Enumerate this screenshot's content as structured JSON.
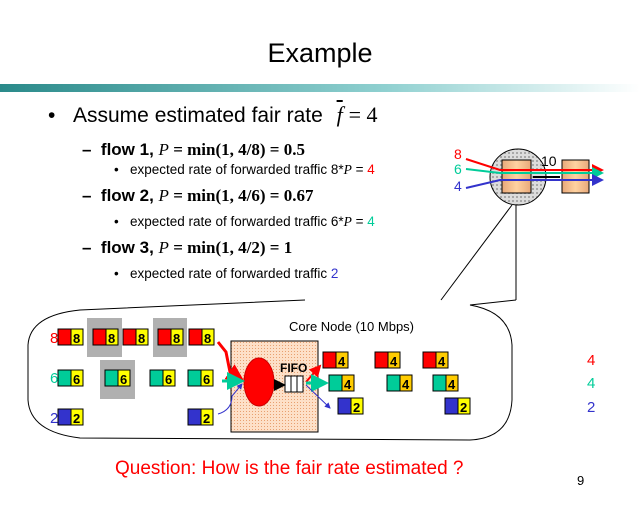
{
  "title": "Example",
  "bullet": {
    "text": "Assume estimated fair rate",
    "formula_var": "f",
    "formula_rest": "= 4"
  },
  "flows": [
    {
      "label": "flow 1,",
      "formula": "= min(1, 4/8) = 0.5",
      "sub": "expected rate of  forwarded traffic 8*",
      "sub_tail": " = ",
      "result": "4"
    },
    {
      "label": "flow 2,",
      "formula": "= min(1, 4/6) = 0.67",
      "sub": "expected rate of  forwarded traffic 6*",
      "sub_tail": " = ",
      "result": "4"
    },
    {
      "label": "flow 3,",
      "formula": "= min(1, 4/2) = 1",
      "sub": "expected rate of forwarded traffic ",
      "result": "2"
    }
  ],
  "p_var": "P",
  "mini": {
    "in_rates": [
      "8",
      "6",
      "4"
    ],
    "link": "10"
  },
  "diagram": {
    "core_label": "Core Node (10 Mbps)",
    "fifo_label": "FIFO",
    "in_rates": [
      "8",
      "6",
      "2"
    ],
    "out_rates": [
      "4",
      "4",
      "2"
    ],
    "packet_red": "8",
    "packet_teal": "6",
    "packet_blue": "2",
    "out_red": "4",
    "out_teal": "4",
    "out_blue": "2"
  },
  "question": "Question: How is the fair rate estimated ?",
  "page_number": "9",
  "colors": {
    "red": "#ff0000",
    "teal": "#00cc99",
    "blue": "#3333cc",
    "yellow": "#ffff00",
    "orange": "#ffcc00"
  }
}
